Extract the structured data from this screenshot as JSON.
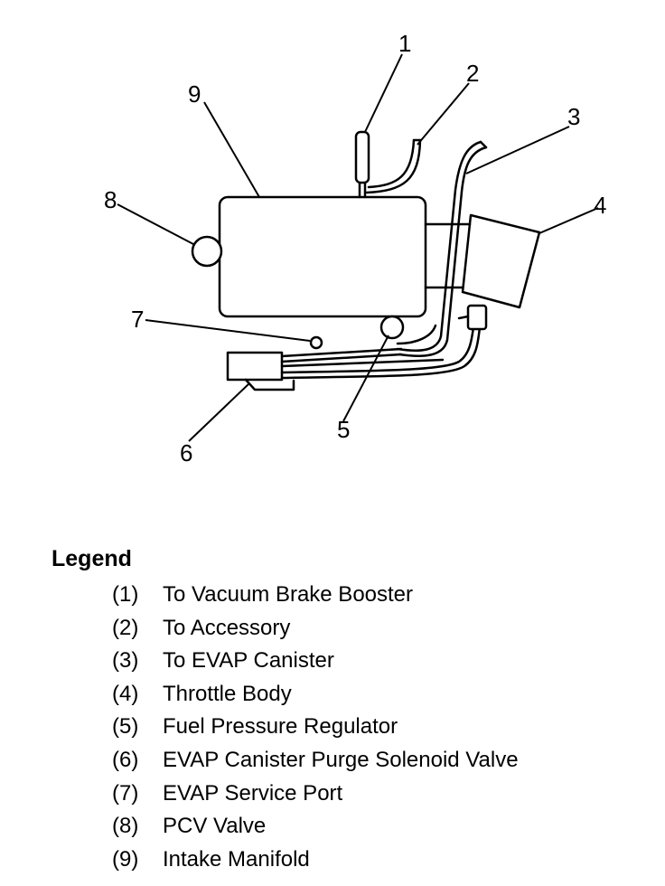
{
  "callouts": [
    {
      "id": "1",
      "text": "1"
    },
    {
      "id": "2",
      "text": "2"
    },
    {
      "id": "3",
      "text": "3"
    },
    {
      "id": "4",
      "text": "4"
    },
    {
      "id": "5",
      "text": "5"
    },
    {
      "id": "6",
      "text": "6"
    },
    {
      "id": "7",
      "text": "7"
    },
    {
      "id": "8",
      "text": "8"
    },
    {
      "id": "9",
      "text": "9"
    }
  ],
  "legend": {
    "title": "Legend",
    "items": [
      {
        "num": "(1)",
        "label": "To Vacuum Brake Booster"
      },
      {
        "num": "(2)",
        "label": "To Accessory"
      },
      {
        "num": "(3)",
        "label": "To EVAP Canister"
      },
      {
        "num": "(4)",
        "label": "Throttle Body"
      },
      {
        "num": "(5)",
        "label": "Fuel Pressure Regulator"
      },
      {
        "num": "(6)",
        "label": "EVAP Canister Purge Solenoid Valve"
      },
      {
        "num": "(7)",
        "label": "EVAP Service Port"
      },
      {
        "num": "(8)",
        "label": "PCV Valve"
      },
      {
        "num": "(9)",
        "label": "Intake Manifold"
      }
    ]
  }
}
